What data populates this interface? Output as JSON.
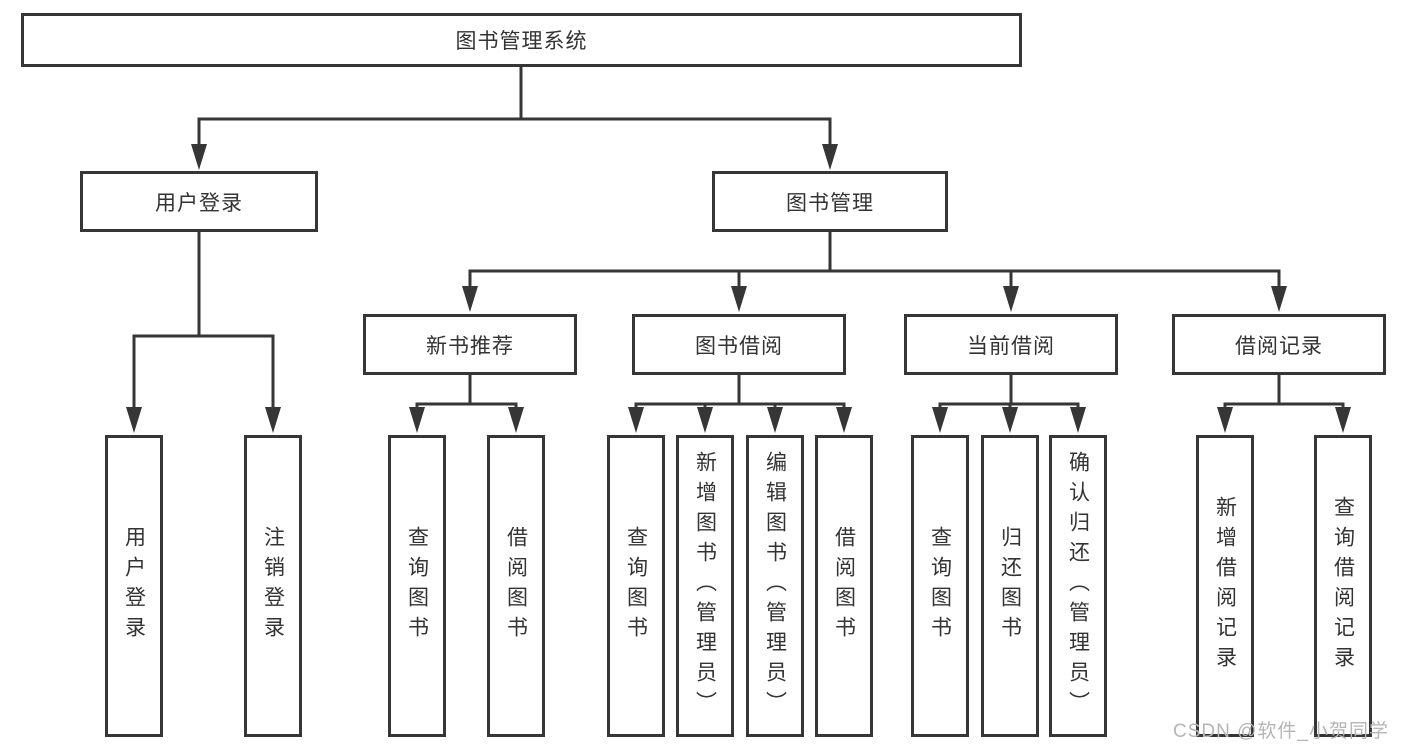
{
  "diagram": {
    "type": "tree-structure-chart",
    "tree": {
      "root": {
        "label": "图书管理系统"
      },
      "children": [
        {
          "label": "用户登录",
          "children": [
            {
              "label": "用户登录"
            },
            {
              "label": "注销登录"
            }
          ]
        },
        {
          "label": "图书管理",
          "children": [
            {
              "label": "新书推荐",
              "children": [
                {
                  "label": "查询图书"
                },
                {
                  "label": "借阅图书"
                }
              ]
            },
            {
              "label": "图书借阅",
              "children": [
                {
                  "label": "查询图书"
                },
                {
                  "label": "新增图书（管理员）"
                },
                {
                  "label": "编辑图书（管理员）"
                },
                {
                  "label": "借阅图书"
                }
              ]
            },
            {
              "label": "当前借阅",
              "children": [
                {
                  "label": "查询图书"
                },
                {
                  "label": "归还图书"
                },
                {
                  "label": "确认归还（管理员）"
                }
              ]
            },
            {
              "label": "借阅记录",
              "children": [
                {
                  "label": "新增借阅记录"
                },
                {
                  "label": "查询借阅记录"
                }
              ]
            }
          ]
        }
      ]
    },
    "colors": {
      "line": "#363636",
      "box_border": "#363636",
      "box_fill": "#ffffff",
      "text": "#333333",
      "background": "#ffffff",
      "watermark": "#b5b5b5"
    }
  },
  "watermark": {
    "text": "CSDN @软件_小贺同学"
  }
}
